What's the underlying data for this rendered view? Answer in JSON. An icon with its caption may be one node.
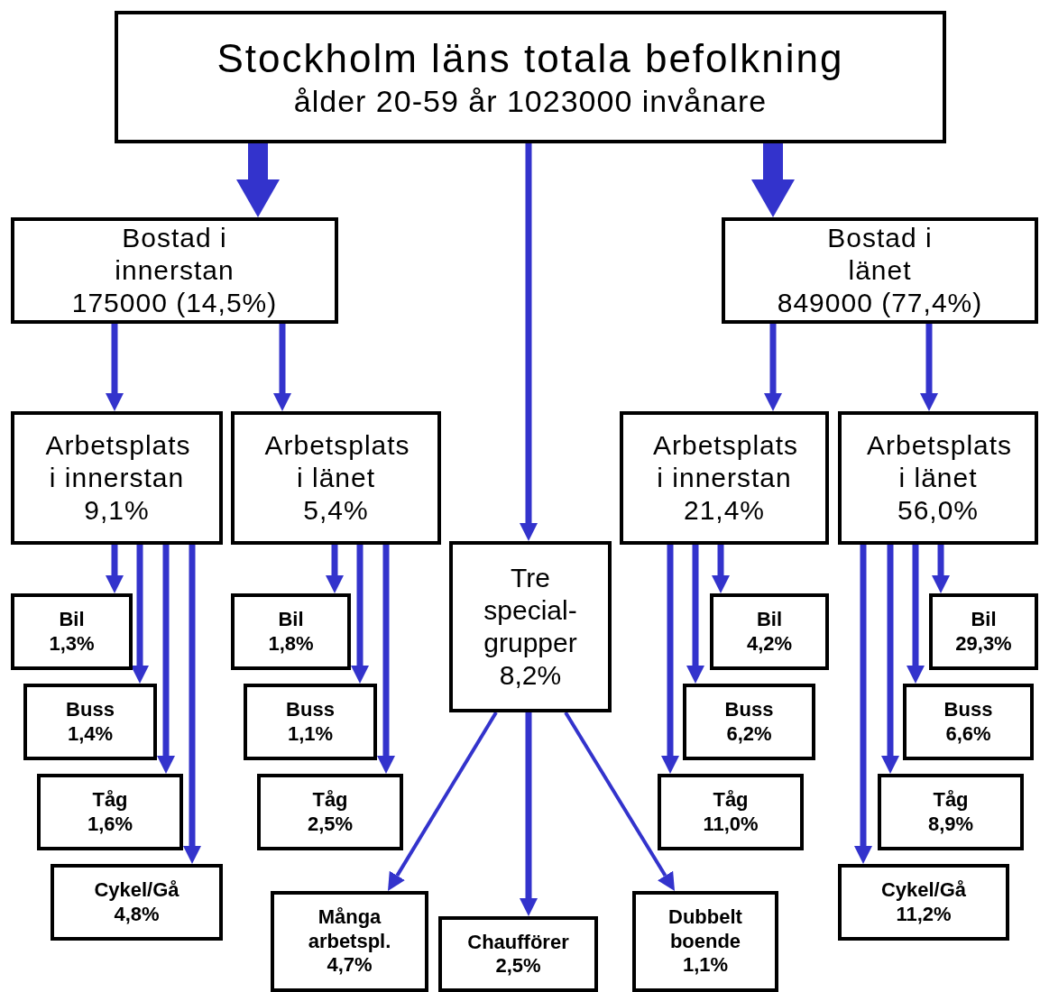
{
  "diagram": {
    "nodes": [
      {
        "text": [
          "Stockholm läns totala befolkning",
          "ålder 20-59 år  1023000 invånare"
        ]
      },
      {
        "text": [
          "Bostad i innerstan",
          "175000 (14,5%)"
        ]
      },
      {
        "text": [
          "Bostad i länet",
          "849000 (77,4%)"
        ]
      },
      {
        "text": [
          "Arbetsplats i innerstan",
          "9,1%"
        ]
      },
      {
        "text": [
          "Arbetsplats i länet",
          "5,4%"
        ]
      },
      {
        "text": [
          "Tre special-grupper",
          "8,2%"
        ]
      },
      {
        "text": [
          "Arbetsplats i innerstan",
          "21,4%"
        ]
      },
      {
        "text": [
          "Arbetsplats i länet",
          "56,0%"
        ]
      },
      {
        "text": [
          "Bil",
          "1,3%"
        ]
      },
      {
        "text": [
          "Buss",
          "1,4%"
        ]
      },
      {
        "text": [
          "Tåg",
          "1,6%"
        ]
      },
      {
        "text": [
          "Cykel/Gå",
          "4,8%"
        ]
      },
      {
        "text": [
          "Bil",
          "1,8%"
        ]
      },
      {
        "text": [
          "Buss",
          "1,1%"
        ]
      },
      {
        "text": [
          "Tåg",
          "2,5%"
        ]
      },
      {
        "text": [
          "Många arbetspl.",
          "4,7%"
        ]
      },
      {
        "text": [
          "Chaufförer",
          "2,5%"
        ]
      },
      {
        "text": [
          "Dubbelt boende",
          "1,1%"
        ]
      },
      {
        "text": [
          "Bil",
          "4,2%"
        ]
      },
      {
        "text": [
          "Buss",
          "6,2%"
        ]
      },
      {
        "text": [
          "Tåg",
          "11,0%"
        ]
      },
      {
        "text": [
          "Bil",
          "29,3%"
        ]
      },
      {
        "text": [
          "Buss",
          "6,6%"
        ]
      },
      {
        "text": [
          "Tåg",
          "8,9%"
        ]
      },
      {
        "text": [
          "Cykel/Gå",
          "11,2%"
        ]
      }
    ],
    "edges": [
      {
        "from": 0,
        "to": 1,
        "arrow": "to",
        "style": "thick"
      },
      {
        "from": 0,
        "to": 2,
        "arrow": "to",
        "style": "thick"
      },
      {
        "from": 0,
        "to": 5,
        "arrow": "to"
      },
      {
        "from": 1,
        "to": 3,
        "arrow": "to"
      },
      {
        "from": 1,
        "to": 4,
        "arrow": "to"
      },
      {
        "from": 2,
        "to": 6,
        "arrow": "to"
      },
      {
        "from": 2,
        "to": 7,
        "arrow": "to"
      },
      {
        "from": 3,
        "to": 8,
        "arrow": "to"
      },
      {
        "from": 3,
        "to": 9,
        "arrow": "to"
      },
      {
        "from": 3,
        "to": 10,
        "arrow": "to"
      },
      {
        "from": 3,
        "to": 11,
        "arrow": "to"
      },
      {
        "from": 4,
        "to": 12,
        "arrow": "to"
      },
      {
        "from": 4,
        "to": 13,
        "arrow": "to"
      },
      {
        "from": 4,
        "to": 14,
        "arrow": "to"
      },
      {
        "from": 5,
        "to": 15,
        "arrow": "to"
      },
      {
        "from": 5,
        "to": 16,
        "arrow": "to"
      },
      {
        "from": 5,
        "to": 17,
        "arrow": "to"
      },
      {
        "from": 6,
        "to": 18,
        "arrow": "to"
      },
      {
        "from": 6,
        "to": 19,
        "arrow": "to"
      },
      {
        "from": 6,
        "to": 20,
        "arrow": "to"
      },
      {
        "from": 7,
        "to": 21,
        "arrow": "to"
      },
      {
        "from": 7,
        "to": 22,
        "arrow": "to"
      },
      {
        "from": 7,
        "to": 23,
        "arrow": "to"
      },
      {
        "from": 7,
        "to": 24,
        "arrow": "to"
      }
    ]
  }
}
